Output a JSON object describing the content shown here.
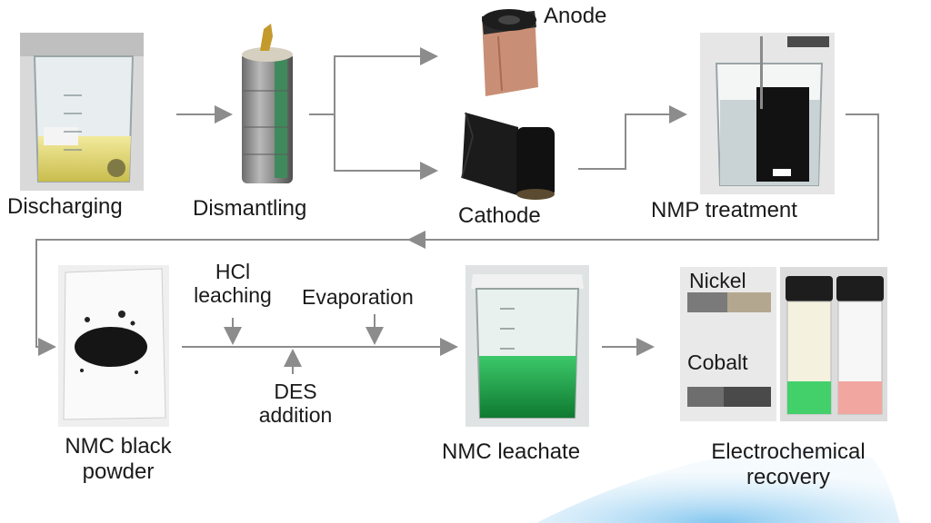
{
  "labels": {
    "discharging": "Discharging",
    "dismantling": "Dismantling",
    "anode": "Anode",
    "cathode": "Cathode",
    "nmp_treatment": "NMP treatment",
    "nmc_black_powder_1": "NMC black",
    "nmc_black_powder_2": "powder",
    "hcl_1": "HCl",
    "hcl_2": "leaching",
    "evaporation": "Evaporation",
    "des_1": "DES",
    "des_2": "addition",
    "nmc_leachate": "NMC leachate",
    "nickel": "Nickel",
    "cobalt": "Cobalt",
    "electro_1": "Electrochemical",
    "electro_2": "recovery"
  },
  "colors": {
    "arrow": "#8c8c8c",
    "text": "#1a1a1a",
    "green_solution": "#1fa044",
    "pink_solution": "#f1a7a0",
    "background_glow": "#a9d8f3"
  }
}
